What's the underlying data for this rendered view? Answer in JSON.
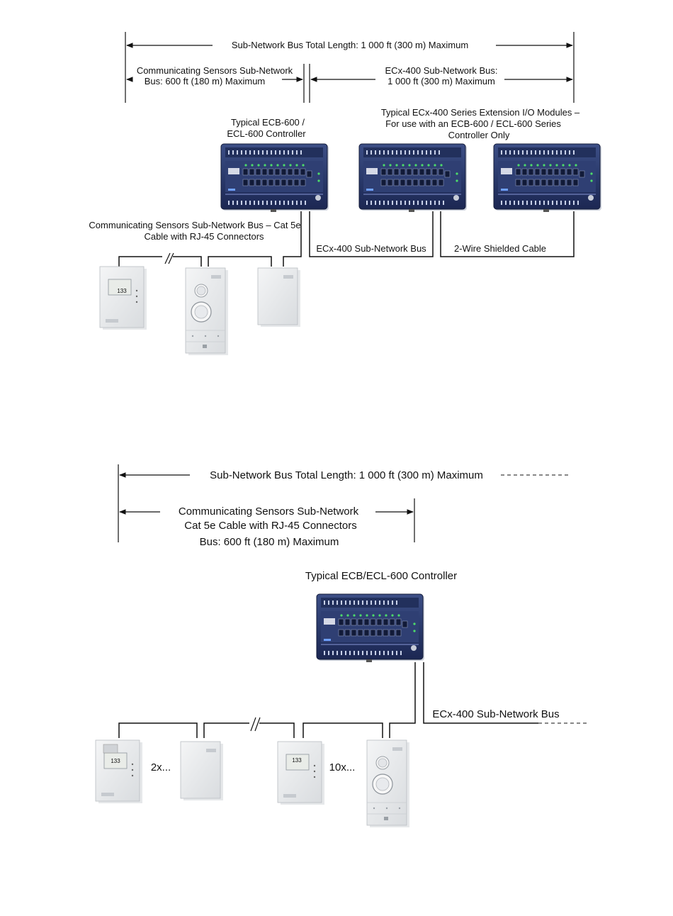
{
  "top": {
    "total_length": "Sub-Network Bus Total Length: 1 000 ft (300 m) Maximum",
    "sensors_bus_line1": "Communicating Sensors Sub-Network",
    "sensors_bus_line2": "Bus: 600 ft (180 m) Maximum",
    "ecx_bus_line1": "ECx-400 Sub-Network Bus:",
    "ecx_bus_line2": "1 000 ft (300 m) Maximum",
    "controller_line1": "Typical ECB-600 /",
    "controller_line2": "ECL-600 Controller",
    "ext_line1": "Typical ECx-400 Series Extension I/O Modules –",
    "ext_line2": "For use with an ECB-600 / ECL-600 Series",
    "ext_line3": "Controller Only",
    "cable_line1": "Communicating Sensors Sub-Network Bus – Cat 5e",
    "cable_line2": "Cable with RJ-45 Connectors",
    "ecx_bus_label": "ECx-400 Sub-Network Bus",
    "shielded_label": "2-Wire Shielded Cable"
  },
  "bottom": {
    "total_length": "Sub-Network Bus Total Length: 1 000 ft (300 m) Maximum",
    "sensors_line1": "Communicating Sensors Sub-Network",
    "sensors_line2": "Cat 5e Cable with RJ-45 Connectors",
    "sensors_line3": "Bus: 600 ft (180 m) Maximum",
    "controller_label": "Typical ECB/ECL-600 Controller",
    "ecx_bus_label": "ECx-400 Sub-Network Bus",
    "mult_2x": "2x...",
    "mult_10x": "10x..."
  },
  "device_text": {
    "display_value": "133"
  }
}
